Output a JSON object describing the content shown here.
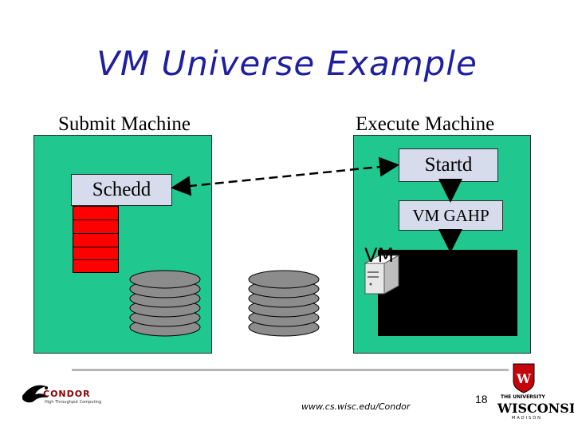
{
  "slide": {
    "title": "VM Universe Example",
    "page_number": "18",
    "url": "www.cs.wisc.edu/Condor"
  },
  "submit_machine": {
    "label": "Submit Machine",
    "schedd_label": "Schedd"
  },
  "execute_machine": {
    "label": "Execute Machine",
    "startd_label": "Startd",
    "gahp_label": "VM GAHP",
    "vm_label": "VM"
  },
  "logos": {
    "condor_text": "CONDOR",
    "condor_subtext": "High Throughput Computing",
    "uw_top": "THE UNIVERSITY",
    "uw_main": "WISCONSIN",
    "uw_madison": "MADISON"
  },
  "colors": {
    "title": "#1f1fa0",
    "machine_fill": "#20c78f",
    "box_fill": "#d6dcec",
    "job_queue": "#ff0000",
    "disk_fill": "#8c8c8c"
  },
  "icons": [
    "condor-logo-icon",
    "uw-crest-icon",
    "computer-tower-icon",
    "disk-stack-icon"
  ]
}
